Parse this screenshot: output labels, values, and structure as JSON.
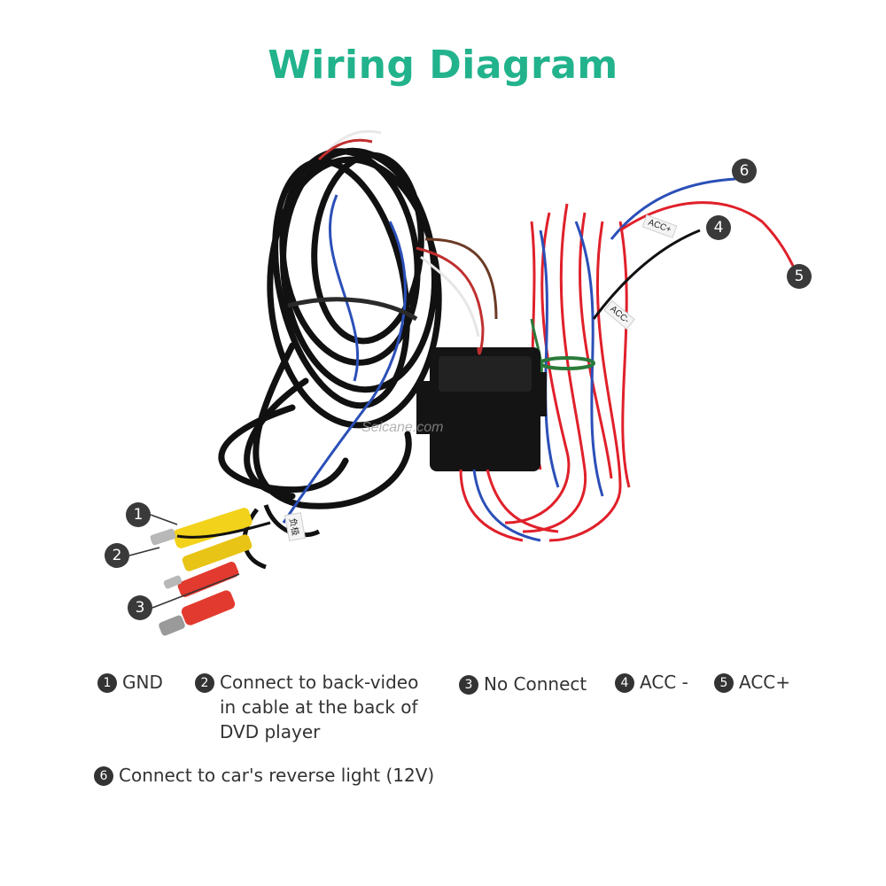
{
  "title": "Wiring Diagram",
  "watermark": "Seicane.com",
  "tags": {
    "acc_plus": "ACC+",
    "acc_minus": "ACC-",
    "chinese_ground": "负极"
  },
  "badges": {
    "b1": "1",
    "b2": "2",
    "b3": "3",
    "b4": "4",
    "b5": "5",
    "b6": "6"
  },
  "legend": {
    "item1": {
      "num": "1",
      "text": "GND"
    },
    "item2": {
      "num": "2",
      "text": "Connect to back-video\nin cable at the back of\nDVD player"
    },
    "item3": {
      "num": "3",
      "text": "No Connect"
    },
    "item4": {
      "num": "4",
      "text": "ACC -"
    },
    "item5": {
      "num": "5",
      "text": "ACC+"
    },
    "item6": {
      "num": "6",
      "text": "Connect to car's reverse light (12V)"
    }
  },
  "colors": {
    "title": "#22b38c",
    "cable": "#111111",
    "red_wire": "#e0202a",
    "blue_wire": "#2b4fb8",
    "yellow_plug": "#f2d21a",
    "red_plug": "#e23a2f"
  }
}
